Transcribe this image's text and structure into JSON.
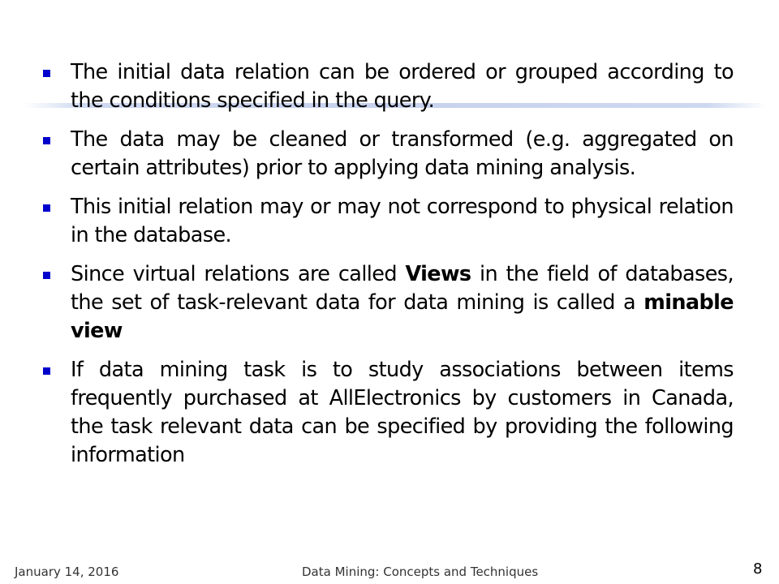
{
  "slide": {
    "bullets": [
      {
        "segments": [
          {
            "text": "The initial data relation can be ordered or grouped according to the conditions specified in the query.",
            "bold": false
          }
        ]
      },
      {
        "segments": [
          {
            "text": "The data may be cleaned or transformed (e.g. aggregated on certain attributes) prior to applying data mining analysis.",
            "bold": false
          }
        ]
      },
      {
        "segments": [
          {
            "text": "This initial relation may or may not correspond to physical relation in the database.",
            "bold": false
          }
        ]
      },
      {
        "segments": [
          {
            "text": "Since virtual relations are called ",
            "bold": false
          },
          {
            "text": "Views",
            "bold": true
          },
          {
            "text": " in the field of databases, the set of task-relevant data for data mining is called a ",
            "bold": false
          },
          {
            "text": "minable view",
            "bold": true
          }
        ]
      },
      {
        "segments": [
          {
            "text": "If data mining task is to study associations between items frequently purchased at AllElectronics by customers in Canada, the task relevant data can be specified by providing the following information",
            "bold": false
          }
        ]
      }
    ]
  },
  "footer": {
    "date": "January 14, 2016",
    "title": "Data Mining: Concepts and Techniques",
    "page_number": "8"
  },
  "colors": {
    "bullet": "#0000cc",
    "rule": "#c6d2ee"
  }
}
